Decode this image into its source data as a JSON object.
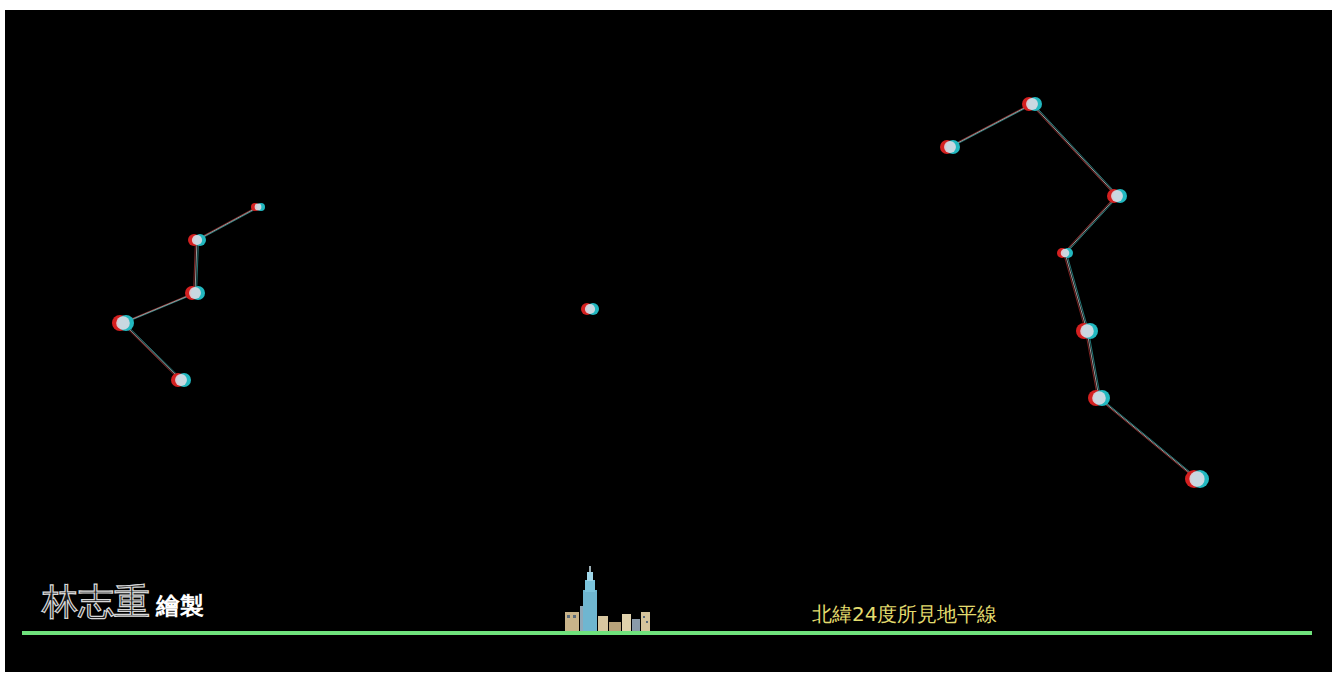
{
  "diagram": {
    "labels": [
      "林志重",
      "繪製",
      "北緯24度所見地平線"
    ]
  }
}
